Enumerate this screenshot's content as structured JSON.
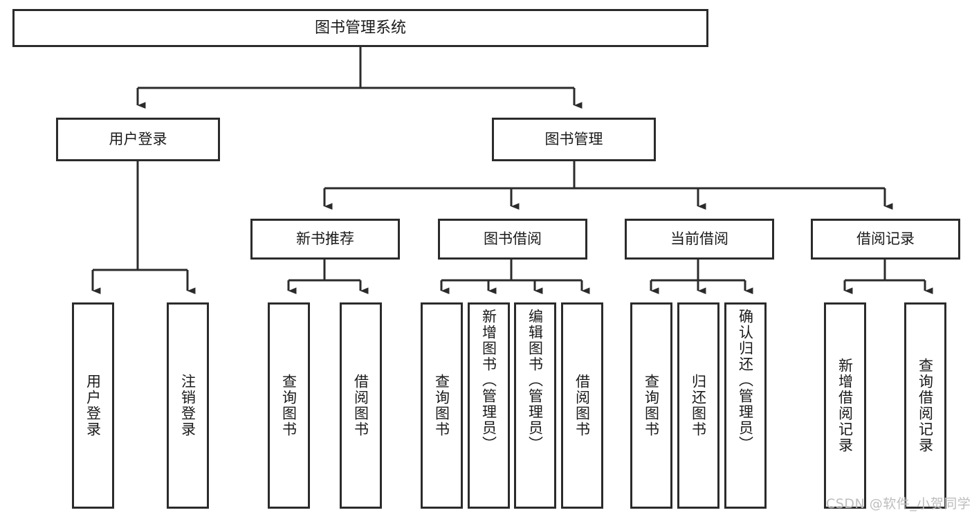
{
  "diagram": {
    "title": "图书管理系统",
    "type": "tree",
    "theme": {
      "stroke": "#2b2b2b",
      "fill": "#ffffff",
      "text": "#1a1a1a",
      "watermark": "#bdbdbd"
    },
    "root": {
      "label": "图书管理系统"
    },
    "level2": [
      {
        "label": "用户登录"
      },
      {
        "label": "图书管理"
      }
    ],
    "level3": [
      {
        "label": "新书推荐"
      },
      {
        "label": "图书借阅"
      },
      {
        "label": "当前借阅"
      },
      {
        "label": "借阅记录"
      }
    ],
    "leaves": {
      "user_login": [
        {
          "label": "用户登录"
        },
        {
          "label": "注销登录"
        }
      ],
      "new_book_recommend": [
        {
          "label": "查询图书"
        },
        {
          "label": "借阅图书"
        }
      ],
      "book_borrow": [
        {
          "label": "查询图书"
        },
        {
          "label": "新增图书（管理员）"
        },
        {
          "label": "编辑图书（管理员）"
        },
        {
          "label": "借阅图书"
        }
      ],
      "current_borrow": [
        {
          "label": "查询图书"
        },
        {
          "label": "归还图书"
        },
        {
          "label": "确认归还（管理员）"
        }
      ],
      "borrow_record": [
        {
          "label": "新增借阅记录"
        },
        {
          "label": "查询借阅记录"
        }
      ]
    },
    "watermark": "CSDN @软件_小贺同学"
  }
}
